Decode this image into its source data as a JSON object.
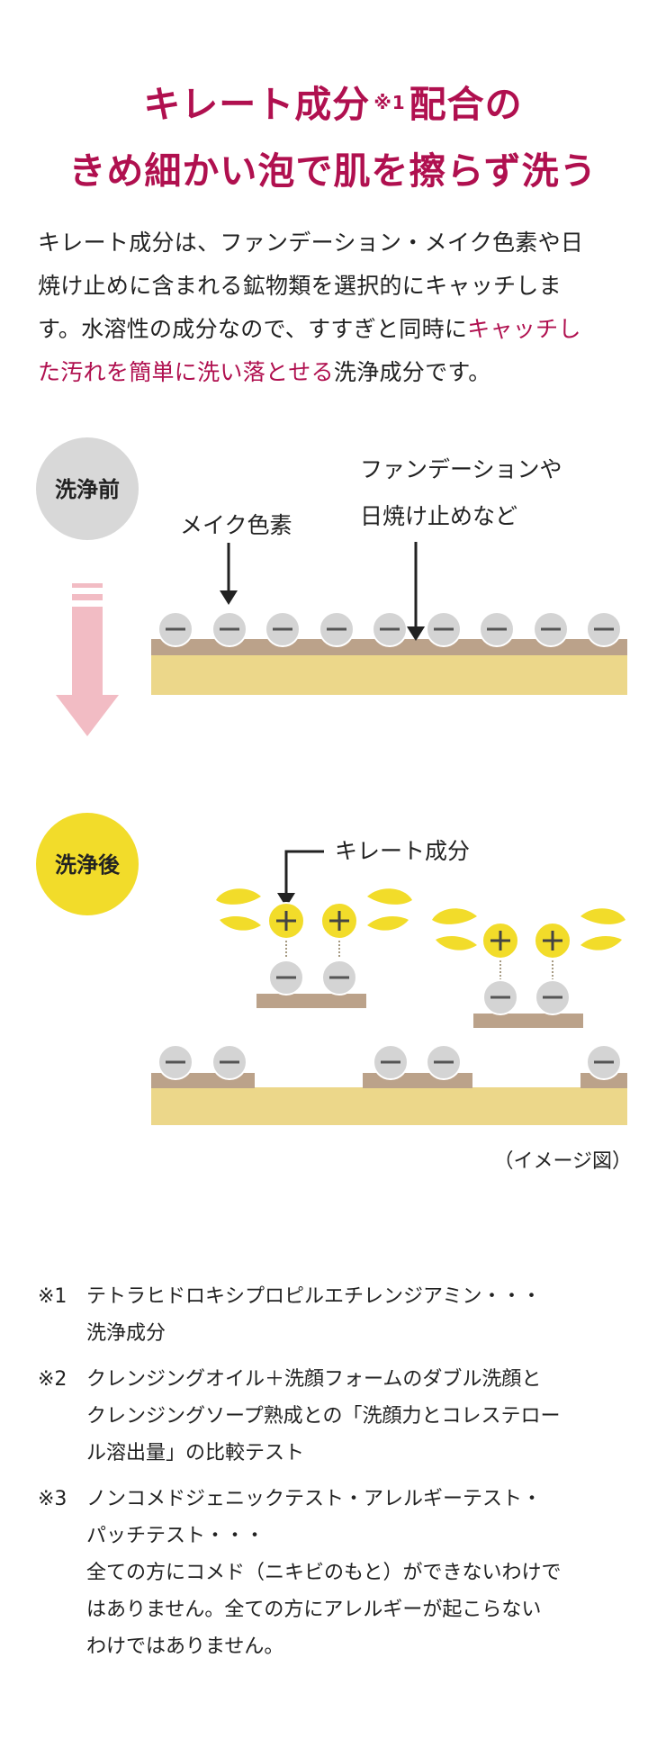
{
  "title": {
    "line1_main": "キレート成分",
    "line1_sup": "※1",
    "line1_rest": "配合の",
    "line2": "きめ細かい泡で肌を擦らず洗う"
  },
  "body": {
    "line1": "キレート成分は、ファンデーション・メイク色素や日",
    "line2": "焼け止めに含まれる鉱物類を選択的にキャッチしま",
    "line3_plain": "す。水溶性の成分なので、すすぎと同時に",
    "line3_hl": "キャッチし",
    "line4_hl": "た汚れを簡単に洗い落とせる",
    "line4_plain": "洗浄成分です。"
  },
  "diagram": {
    "before_label": "洗浄前",
    "after_label": "洗浄後",
    "makeup_pigment": "メイク色素",
    "foundation_line1": "ファンデーションや",
    "foundation_line2": "日焼け止めなど",
    "chelate_label": "キレート成分",
    "minus": "—",
    "plus": "+",
    "image_note": "（イメージ図）",
    "colors": {
      "before_circle": "#d8d8d8",
      "after_circle": "#f2dc2a",
      "arrow_pink": "#f2bcc4",
      "skin_top": "#bba28a",
      "skin_base": "#ecd78a",
      "particle": "#d4d4d4",
      "chelate": "#f2dc2a",
      "accent": "#b0104f"
    }
  },
  "notes": [
    {
      "mark": "※1",
      "lines": [
        "テトラヒドロキシプロピルエチレンジアミン・・・",
        "洗浄成分"
      ]
    },
    {
      "mark": "※2",
      "lines": [
        "クレンジングオイル＋洗顔フォームのダブル洗顔と",
        "クレンジングソープ熟成との「洗顔力とコレステロー",
        "ル溶出量」の比較テスト"
      ]
    },
    {
      "mark": "※3",
      "lines": [
        "ノンコメドジェニックテスト・アレルギーテスト・",
        "パッチテスト・・・",
        "全ての方にコメド（ニキビのもと）ができないわけで",
        "はありません。全ての方にアレルギーが起こらない",
        "わけではありません。"
      ]
    }
  ]
}
